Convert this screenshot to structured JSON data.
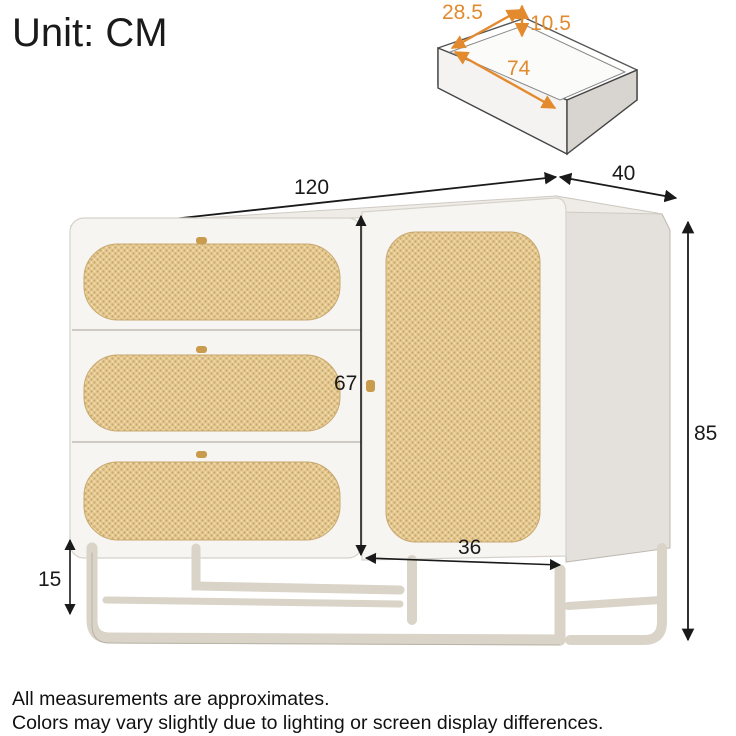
{
  "unit_label": "Unit: CM",
  "drawer_dims": {
    "width": "28.5",
    "height": "10.5",
    "depth": "74"
  },
  "overall_dims": {
    "width": "120",
    "depth": "40",
    "height": "85"
  },
  "door_dims": {
    "height": "67",
    "width": "36"
  },
  "leg_height": "15",
  "notes": {
    "line1": "All measurements are approximates.",
    "line2": "Colors may vary slightly due to lighting or screen display differences."
  },
  "colors": {
    "accent": "#e38a2e",
    "body": "#f7f5f2",
    "rattan": "#e2c58c",
    "frame": "#d9d3c8"
  }
}
